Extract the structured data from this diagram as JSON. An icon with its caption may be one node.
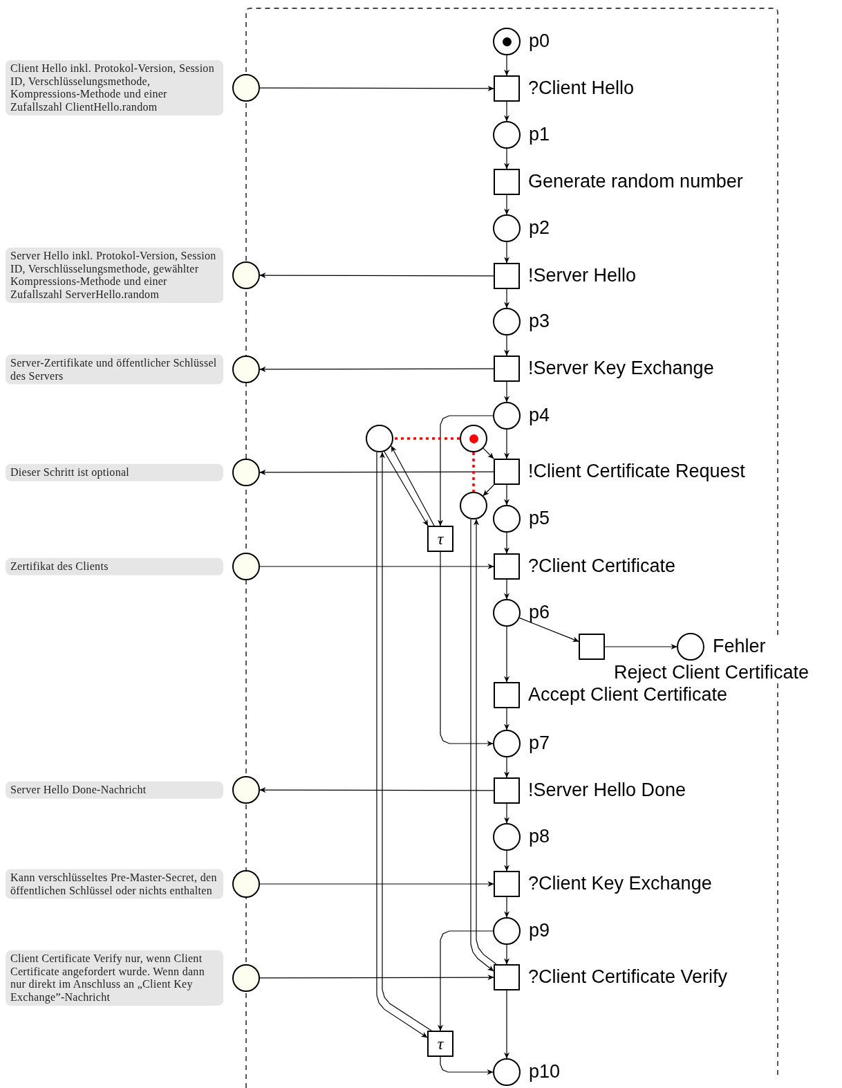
{
  "diagram": {
    "nodes": [
      {
        "text": [
          "p0"
        ]
      },
      {
        "text": [
          "?Client Hello"
        ]
      },
      {
        "text": [
          "p1"
        ]
      },
      {
        "text": [
          "Generate random number"
        ]
      },
      {
        "text": [
          "p2"
        ]
      },
      {
        "text": [
          "!Server Hello"
        ]
      },
      {
        "text": [
          "p3"
        ]
      },
      {
        "text": [
          "!Server Key Exchange"
        ]
      },
      {
        "text": [
          "p4"
        ]
      },
      {
        "text": [
          "!Client Certificate Request"
        ]
      },
      {
        "text": [
          "p5"
        ]
      },
      {
        "text": [
          "?Client Certificate"
        ]
      },
      {
        "text": [
          "p6"
        ]
      },
      {
        "text": [
          "Accept Client Certificate"
        ]
      },
      {
        "text": [
          "p7"
        ]
      },
      {
        "text": [
          "!Server Hello Done"
        ]
      },
      {
        "text": [
          "p8"
        ]
      },
      {
        "text": [
          "?Client Key Exchange"
        ]
      },
      {
        "text": [
          "p9"
        ]
      },
      {
        "text": [
          "?Client Certificate Verify"
        ]
      },
      {
        "text": [
          "p10"
        ]
      },
      {
        "text": [
          "Reject Client Certificate"
        ]
      },
      {
        "text": [
          "Fehler"
        ]
      },
      {
        "text": [],
        "shape": "circle",
        "beside": [
          "Client Hello inkl. Protokol-Version, Session ID, Verschlüsselungsmethode, Kompressions-Methode und einer Zufallszahl ClientHello.random"
        ]
      },
      {
        "text": [],
        "shape": "circle",
        "beside": [
          "Server Hello inkl. Protokol-Version, Session ID, Verschlüsselungsmethode, gewählter Kompressions-Methode und einer Zufallszahl ServerHello.random"
        ]
      },
      {
        "text": [],
        "shape": "circle",
        "beside": [
          "Server-Zertifikate und öffentlicher Schlüssel des Servers"
        ]
      },
      {
        "text": [],
        "shape": "circle"
      },
      {
        "text": [],
        "shape": "circle"
      },
      {
        "text": [],
        "shape": "circle"
      },
      {
        "text": [],
        "shape": "circle",
        "beside": [
          "Kann verschlüsseltes Pre-Master-Secret, den öffentlichen Schlüssel oder nichts enthalten"
        ]
      },
      {
        "text": [],
        "shape": "circle",
        "beside": [
          "Client Certificate Verify nur, wenn Client Certificate angefordert wurde. Wenn dann nur direkt im Anschluss an „Client Key Exchange”-Nachricht"
        ]
      },
      {
        "text": [],
        "shape": "circle"
      },
      {
        "text": [],
        "shape": "circle"
      },
      {
        "text": [],
        "shape": "circle"
      },
      {
        "text": [
          "τ"
        ]
      },
      {
        "text": [
          "τ"
        ]
      }
    ],
    "edges": [
      {
        "from": 0,
        "to": 1,
        "arrow": "to"
      },
      {
        "from": 1,
        "to": 2,
        "arrow": "to"
      },
      {
        "from": 2,
        "to": 3,
        "arrow": "to"
      },
      {
        "from": 3,
        "to": 4,
        "arrow": "to"
      },
      {
        "from": 4,
        "to": 5,
        "arrow": "to"
      },
      {
        "from": 5,
        "to": 6,
        "arrow": "to"
      },
      {
        "from": 6,
        "to": 7,
        "arrow": "to"
      },
      {
        "from": 7,
        "to": 8,
        "arrow": "to"
      },
      {
        "from": 8,
        "to": 9,
        "arrow": "to"
      },
      {
        "from": 9,
        "to": 10,
        "arrow": "to"
      },
      {
        "from": 10,
        "to": 11,
        "arrow": "to"
      },
      {
        "from": 11,
        "to": 12,
        "arrow": "to"
      },
      {
        "from": 12,
        "to": 13,
        "arrow": "to"
      },
      {
        "from": 13,
        "to": 14,
        "arrow": "to"
      },
      {
        "from": 14,
        "to": 15,
        "arrow": "to"
      },
      {
        "from": 15,
        "to": 16,
        "arrow": "to"
      },
      {
        "from": 16,
        "to": 17,
        "arrow": "to"
      },
      {
        "from": 17,
        "to": 18,
        "arrow": "to"
      },
      {
        "from": 18,
        "to": 19,
        "arrow": "to"
      },
      {
        "from": 19,
        "to": 20,
        "arrow": "to"
      },
      {
        "from": 12,
        "to": 21,
        "arrow": "to"
      },
      {
        "from": 21,
        "to": 22,
        "arrow": "to"
      },
      {
        "from": 23,
        "to": 1,
        "arrow": "to"
      },
      {
        "from": 5,
        "to": 24,
        "arrow": "to"
      },
      {
        "from": 7,
        "to": 25,
        "arrow": "to"
      },
      {
        "from": 9,
        "to": 26,
        "arrow": "to"
      },
      {
        "from": 27,
        "to": 11,
        "arrow": "to"
      },
      {
        "from": 15,
        "to": 28,
        "arrow": "to"
      },
      {
        "from": 29,
        "to": 17,
        "arrow": "to"
      },
      {
        "from": 30,
        "to": 19,
        "arrow": "to"
      },
      {
        "from": 8,
        "to": 34,
        "arrow": "to"
      },
      {
        "from": 34,
        "to": 14,
        "arrow": "to"
      },
      {
        "from": 31,
        "to": 34,
        "arrow": "to"
      },
      {
        "from": 34,
        "to": 31,
        "arrow": "to"
      },
      {
        "from": 32,
        "to": 9,
        "arrow": "to"
      },
      {
        "from": 9,
        "to": 33,
        "arrow": "to"
      },
      {
        "from": 32,
        "to": 31,
        "arrow": "none",
        "style": "dashed",
        "color": "#ff0000"
      },
      {
        "from": 32,
        "to": 33,
        "arrow": "none",
        "style": "dashed",
        "color": "#ff0000"
      },
      {
        "from": 31,
        "to": 35,
        "arrow": "to"
      },
      {
        "from": 35,
        "to": 31,
        "arrow": "to"
      },
      {
        "from": 33,
        "to": 19,
        "arrow": "to"
      },
      {
        "from": 19,
        "to": 33,
        "arrow": "to"
      },
      {
        "from": 18,
        "to": 35,
        "arrow": "to"
      },
      {
        "from": 35,
        "to": 20,
        "arrow": "to"
      }
    ],
    "labels": [
      "Dieser Schritt ist optional",
      "Zertifikat des Clients",
      "Server Hello Done-Nachricht"
    ]
  }
}
